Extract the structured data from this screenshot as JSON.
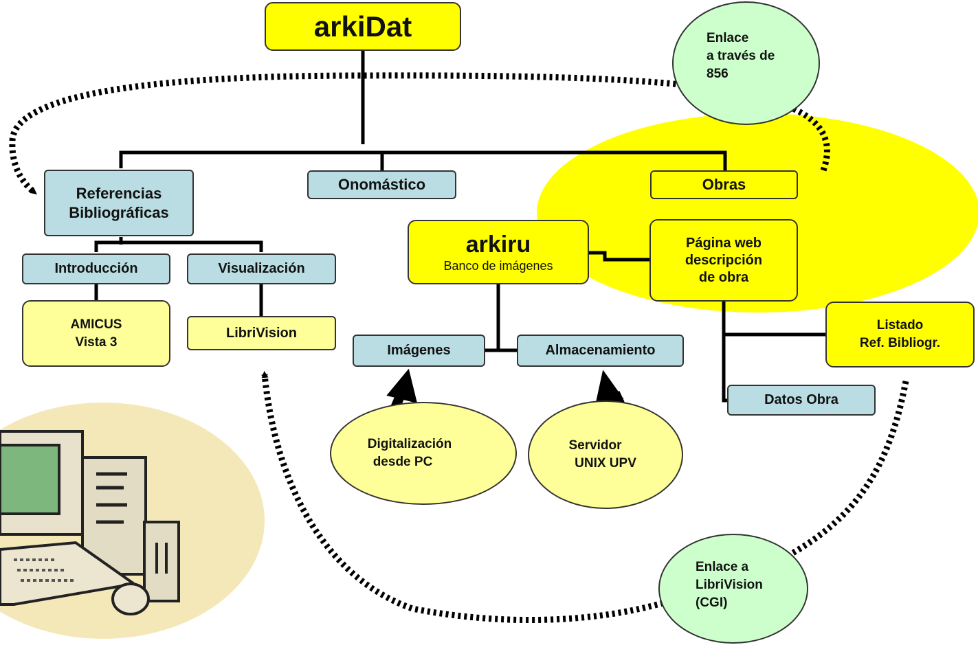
{
  "nodes": {
    "arkidat": "arkiDat",
    "referencias": [
      "Referencias",
      "Bibliográficas"
    ],
    "onomastico": "Onomástico",
    "obras": "Obras",
    "introduccion": "Introducción",
    "visualizacion": "Visualización",
    "amicus": [
      "AMICUS",
      "Vista 3"
    ],
    "librivision": "LibriVision",
    "arkiru": "arkiru",
    "arkiru_sub": "Banco de imágenes",
    "pagina_web": [
      "Página web",
      "descripción",
      "de obra"
    ],
    "imagenes": "Imágenes",
    "almacenamiento": "Almacenamiento",
    "listado": [
      "Listado",
      "Ref. Bibliogr."
    ],
    "datos_obra": "Datos Obra",
    "digitalizacion": [
      "Digitalización",
      "desde PC"
    ],
    "servidor": [
      "Servidor",
      "UNIX UPV"
    ],
    "enlace_856": [
      "Enlace",
      "a través de",
      "856"
    ],
    "enlace_librivision": [
      "Enlace a",
      "LibriVision",
      "(CGI)"
    ]
  },
  "colors": {
    "yellow": "#ffff00",
    "light_yellow": "#ffff99",
    "light_blue": "#b9dde2",
    "light_green": "#ccffcc",
    "beige": "#f5e8b8",
    "line": "#000000"
  },
  "icons": {
    "computer": "computer-icon"
  }
}
